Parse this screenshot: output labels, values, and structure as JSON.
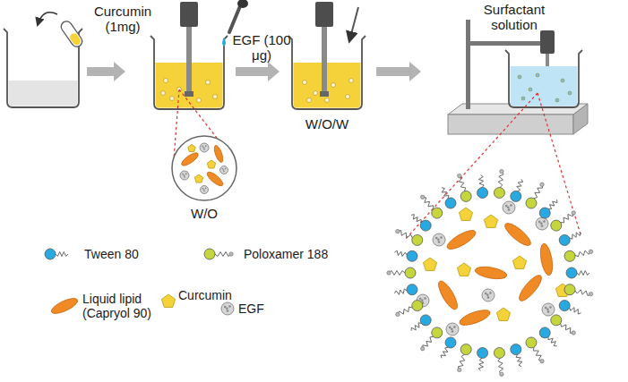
{
  "diagram": {
    "labels": [
      "Curcumin (1mg)",
      "EGF (100 μg)",
      "W/O",
      "W/O/W",
      "Surfactant solution"
    ],
    "legend": [
      {
        "text": "Tween 80"
      },
      {
        "text": "Poloxamer 188"
      },
      {
        "text": "Liquid lipid (Capryol 90)"
      },
      {
        "text": "Curcumin"
      },
      {
        "text": "EGF"
      }
    ]
  }
}
